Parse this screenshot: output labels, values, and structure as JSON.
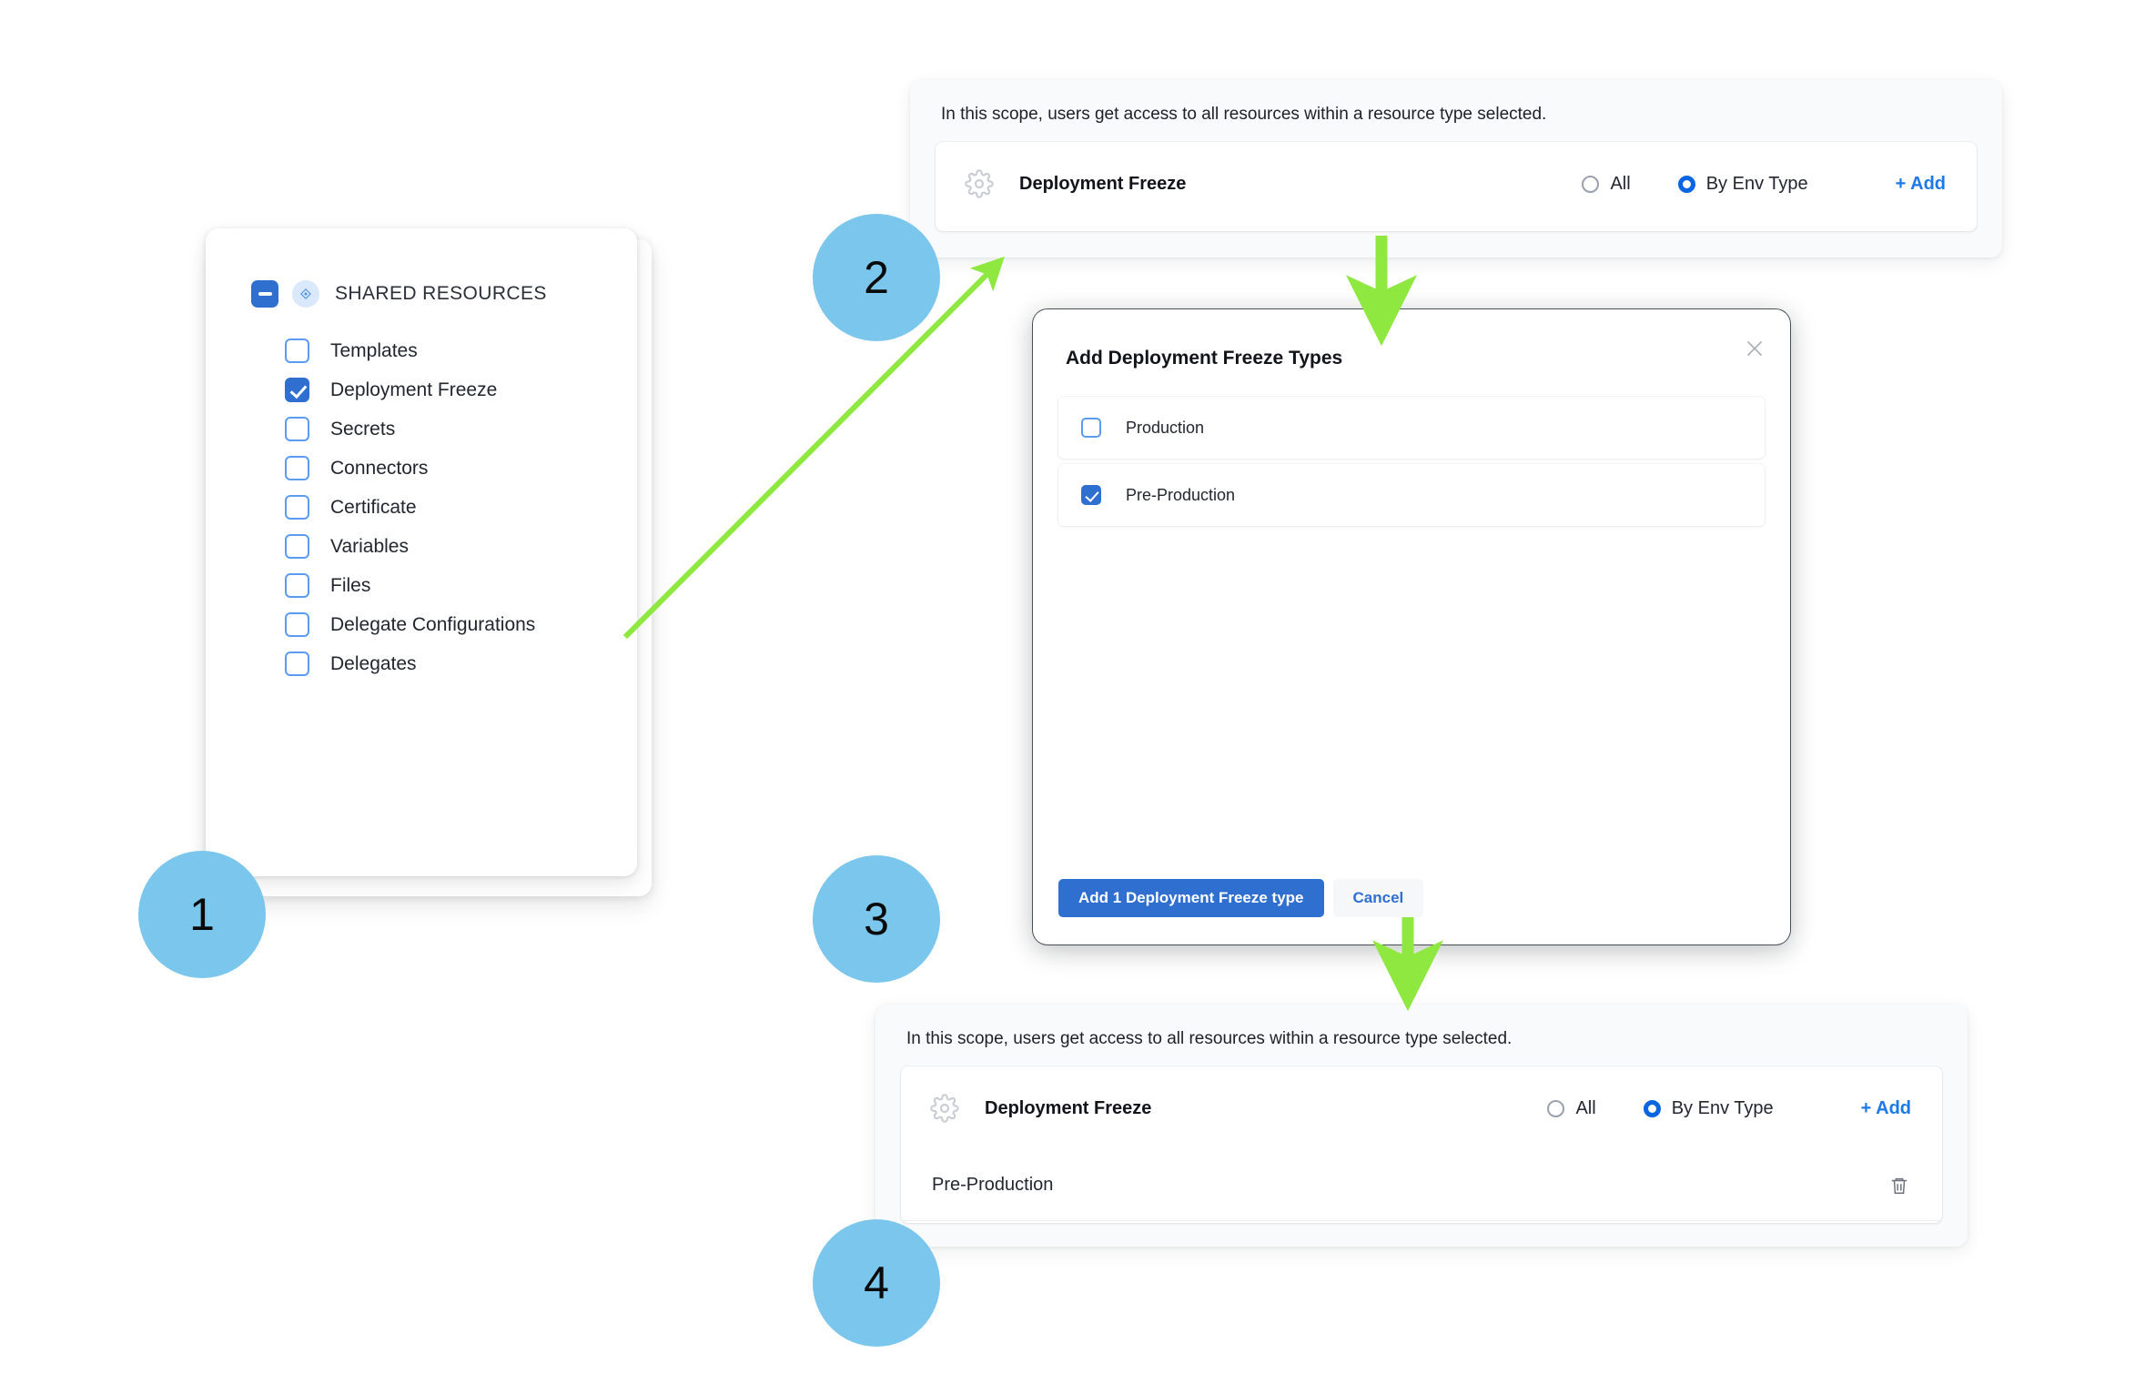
{
  "steps": [
    {
      "number": "1"
    },
    {
      "number": "2"
    },
    {
      "number": "3"
    },
    {
      "number": "4"
    }
  ],
  "colors": {
    "step_circle": "#7bc6ec",
    "arrow_green": "#8ee83f",
    "primary_blue": "#2f6fd0",
    "link_blue": "#1d78e8"
  },
  "shared_resources_panel": {
    "header": {
      "title": "SHARED RESOURCES",
      "collapse_icon": "minus-icon",
      "badge_icon": "shared-resources-icon"
    },
    "items": [
      {
        "label": "Templates",
        "checked": false
      },
      {
        "label": "Deployment Freeze",
        "checked": true
      },
      {
        "label": "Secrets",
        "checked": false
      },
      {
        "label": "Connectors",
        "checked": false
      },
      {
        "label": "Certificate",
        "checked": false
      },
      {
        "label": "Variables",
        "checked": false
      },
      {
        "label": "Files",
        "checked": false
      },
      {
        "label": "Delegate Configurations",
        "checked": false
      },
      {
        "label": "Delegates",
        "checked": false
      }
    ]
  },
  "scope_panel_top": {
    "note": "In this scope, users get access to all resources within a resource type selected.",
    "resource": {
      "icon": "gear-icon",
      "name": "Deployment Freeze"
    },
    "options": [
      {
        "label": "All",
        "selected": false
      },
      {
        "label": "By Env Type",
        "selected": true
      }
    ],
    "add_label": "+ Add"
  },
  "modal": {
    "title": "Add Deployment Freeze Types",
    "close_icon": "close-icon",
    "options": [
      {
        "label": "Production",
        "checked": false
      },
      {
        "label": "Pre-Production",
        "checked": true
      }
    ],
    "primary_button": "Add 1 Deployment Freeze type",
    "secondary_button": "Cancel"
  },
  "scope_panel_bottom": {
    "note": "In this scope, users get access to all resources within a resource type selected.",
    "resource": {
      "icon": "gear-icon",
      "name": "Deployment Freeze"
    },
    "options": [
      {
        "label": "All",
        "selected": false
      },
      {
        "label": "By Env Type",
        "selected": true
      }
    ],
    "add_label": "+ Add",
    "selected_envs": [
      {
        "label": "Pre-Production",
        "delete_icon": "trash-icon"
      }
    ]
  }
}
